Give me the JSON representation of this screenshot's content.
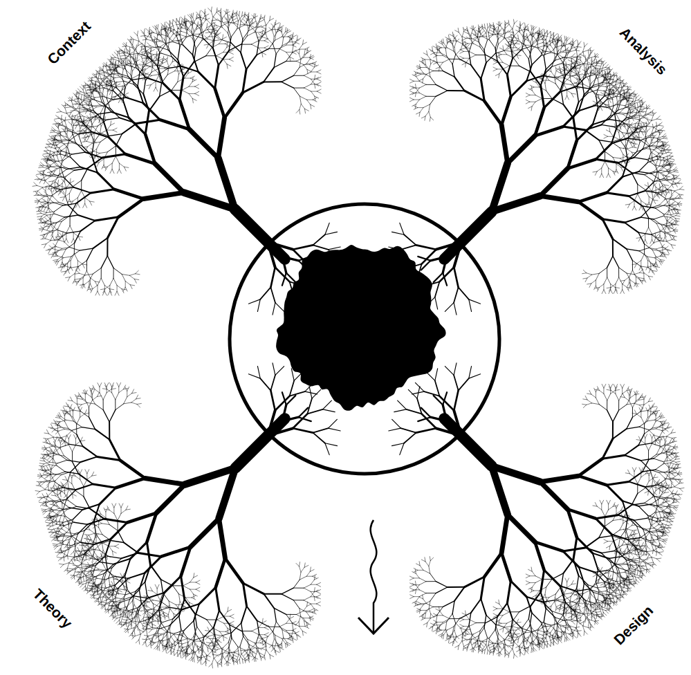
{
  "diagram": {
    "labels": [
      "Context",
      "Analysis",
      "Theory",
      "Design"
    ]
  }
}
